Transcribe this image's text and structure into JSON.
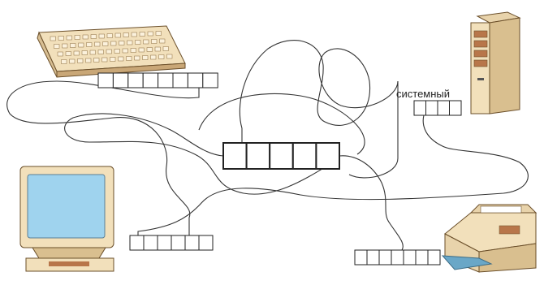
{
  "labels": {
    "system": "системный"
  },
  "crossword": [
    {
      "name": "keyboard-word",
      "cells": 8
    },
    {
      "name": "center-word",
      "cells": 5
    },
    {
      "name": "system-word",
      "cells": 4
    },
    {
      "name": "monitor-word",
      "cells": 6
    },
    {
      "name": "printer-word",
      "cells": 7
    }
  ],
  "devices": {
    "keyboard": "keyboard-icon",
    "system_unit": "system-unit-icon",
    "monitor": "monitor-icon",
    "printer": "printer-icon"
  },
  "colors": {
    "line": "#333333",
    "cell_border": "#222222",
    "beige": "#f2e0bb",
    "beige_dark": "#c9a777",
    "screen": "#9fd3ee",
    "brown": "#b8764a",
    "printer_tray": "#6aa7c7"
  }
}
